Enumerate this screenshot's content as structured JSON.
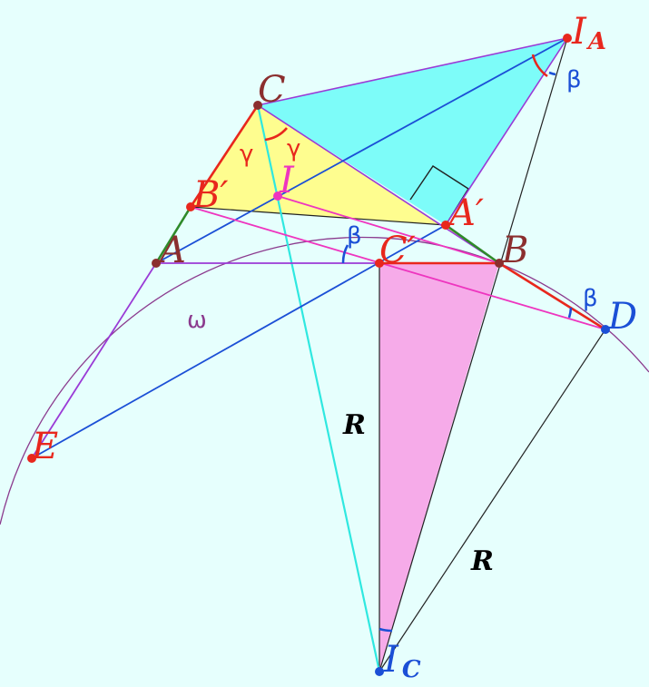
{
  "colors": {
    "background": "#e6fffd",
    "cyan_fill": "#7dfcf9",
    "yellow_fill": "#fefd8f",
    "pink_fill": "#f6abe9",
    "purple_line": "#9a3ad6",
    "blue_line": "#1b4fd6",
    "magenta_line": "#ee35bf",
    "red": "#e8271d",
    "dark_red": "#8b2e2e",
    "green": "#2f8a2a",
    "cyan_line": "#2fe8e0",
    "arc": "#8b3a8e",
    "dark_line": "#222222"
  },
  "labels": {
    "IA_main": "I",
    "IA_sub": "A",
    "C": "C",
    "I": "I",
    "Bp": "B′",
    "Ap": "A′",
    "A": "A",
    "Cp": "C′",
    "B": "B",
    "D": "D",
    "E": "E",
    "IC_main": "I",
    "IC_sub": "C",
    "omega": "ω",
    "gamma": "γ",
    "beta": "β",
    "R": "R"
  }
}
